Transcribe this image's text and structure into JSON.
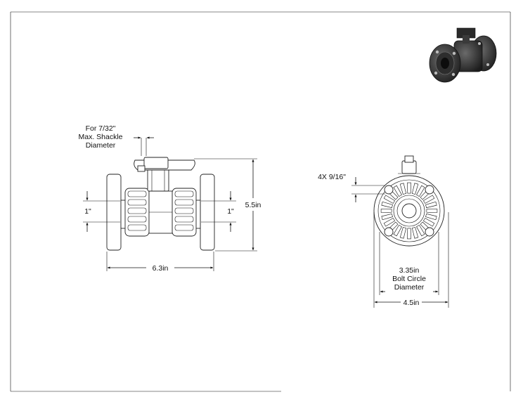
{
  "drawing": {
    "notes": {
      "shackle": [
        "For 7/32\"",
        "Max. Shackle",
        "Diameter"
      ],
      "bolt_holes": "4X 9/16\"",
      "bolt_circle": [
        "3.35in",
        "Bolt Circle",
        "Diameter"
      ]
    },
    "dimensions": {
      "pipe_left": "1\"",
      "pipe_right": "1\"",
      "height": "5.5in",
      "length": "6.3in",
      "flange_diameter": "4.5in"
    }
  }
}
